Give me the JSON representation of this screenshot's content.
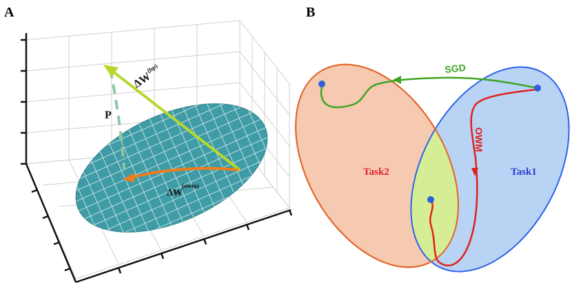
{
  "panel_a": {
    "letter": "A",
    "label_p": "P",
    "label_bp": "ΔW",
    "label_bp_sup": "(bp)",
    "label_owm": "ΔW",
    "label_owm_sup": "(owm)",
    "colors": {
      "ellipse_fill": "#3f9ca6",
      "ellipse_grid": "#d9eef0",
      "bp_arrow": "#b6d82a",
      "owm_arrow": "#ee7d1d",
      "p_dashed": "#8fc7a4",
      "box_grid": "#cfcfcf"
    }
  },
  "panel_b": {
    "letter": "B",
    "label_task1": "Task1",
    "label_task2": "Task2",
    "label_sgd": "SGD",
    "label_owm": "OWM",
    "colors": {
      "task1_fill": "#b9d3f4",
      "task1_stroke": "#2b64e8",
      "task2_fill": "#f6c9b1",
      "task2_stroke": "#e06728",
      "overlap_fill": "#d5ee95",
      "sgd": "#3da523",
      "owm": "#e1201a",
      "task1_text": "#2b3ccc",
      "task2_text": "#e0222f",
      "dot": "#2f5fd8"
    }
  }
}
